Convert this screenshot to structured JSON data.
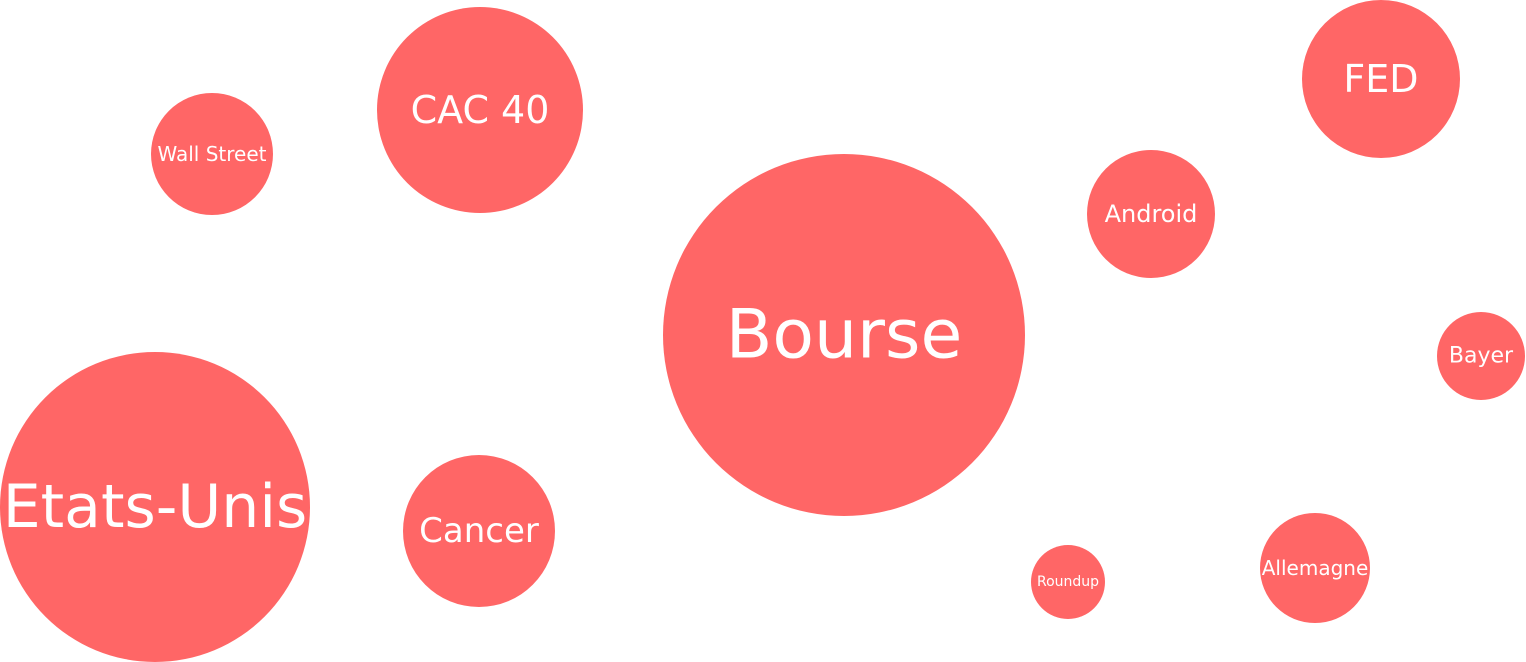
{
  "chart_data": {
    "type": "bubble",
    "title": "",
    "bubble_color": "#ff6666",
    "label_color": "#ffffff",
    "series": [
      {
        "label": "Bourse"
      },
      {
        "label": "Etats-Unis"
      },
      {
        "label": "CAC 40"
      },
      {
        "label": "FED"
      },
      {
        "label": "Cancer"
      },
      {
        "label": "Android"
      },
      {
        "label": "Wall Street"
      },
      {
        "label": "Allemagne"
      },
      {
        "label": "Bayer"
      },
      {
        "label": "Roundup"
      }
    ]
  }
}
